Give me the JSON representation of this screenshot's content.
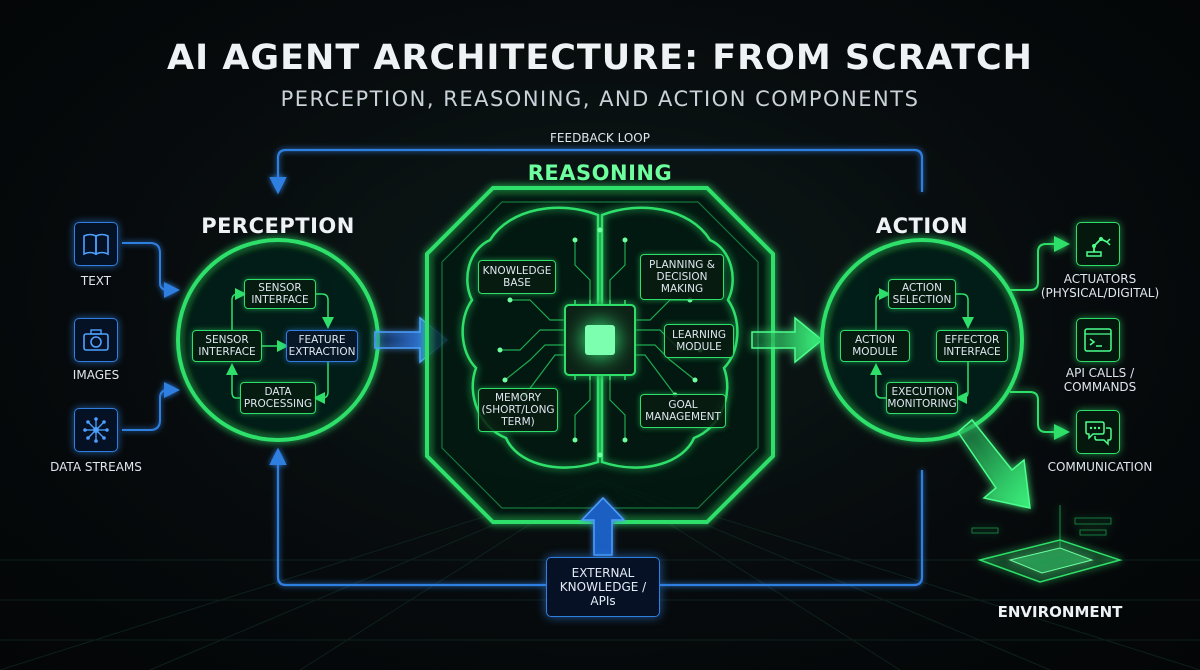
{
  "header": {
    "title": "AI AGENT ARCHITECTURE: FROM SCRATCH",
    "subtitle": "PERCEPTION, REASONING, AND ACTION COMPONENTS"
  },
  "feedback_label": "FEEDBACK LOOP",
  "perception": {
    "title": "PERCEPTION",
    "inputs": [
      {
        "label": "TEXT",
        "icon": "book-icon"
      },
      {
        "label": "IMAGES",
        "icon": "camera-icon"
      },
      {
        "label": "DATA STREAMS",
        "icon": "network-icon"
      }
    ],
    "nodes": {
      "sensor_top": "SENSOR\nINTERFACE",
      "sensor_left": "SENSOR\nINTERFACE",
      "feature": "FEATURE\nEXTRACTION",
      "data_processing": "DATA\nPROCESSING"
    }
  },
  "reasoning": {
    "title": "REASONING",
    "nodes": {
      "knowledge_base": "KNOWLEDGE\nBASE",
      "planning": "PLANNING &\nDECISION\nMAKING",
      "learning": "LEARNING\nMODULE",
      "memory": "MEMORY\n(SHORT/LONG\nTERM)",
      "goal": "GOAL\nMANAGEMENT"
    }
  },
  "action": {
    "title": "ACTION",
    "nodes": {
      "selection": "ACTION\nSELECTION",
      "module": "ACTION\nMODULE",
      "effector": "EFFECTOR\nINTERFACE",
      "monitoring": "EXECUTION\nMONITORING"
    },
    "outputs": [
      {
        "label": "ACTUATORS\n(PHYSICAL/DIGITAL)",
        "icon": "robot-arm-icon"
      },
      {
        "label": "API CALLS /\nCOMMANDS",
        "icon": "terminal-icon"
      },
      {
        "label": "COMMUNICATION",
        "icon": "chat-icon"
      }
    ]
  },
  "external": "EXTERNAL\nKNOWLEDGE /\nAPIs",
  "environment": "ENVIRONMENT",
  "colors": {
    "blue": "#2f7fe0",
    "green": "#2ee06a",
    "text": "#dfe7ef",
    "background": "#05080a"
  }
}
